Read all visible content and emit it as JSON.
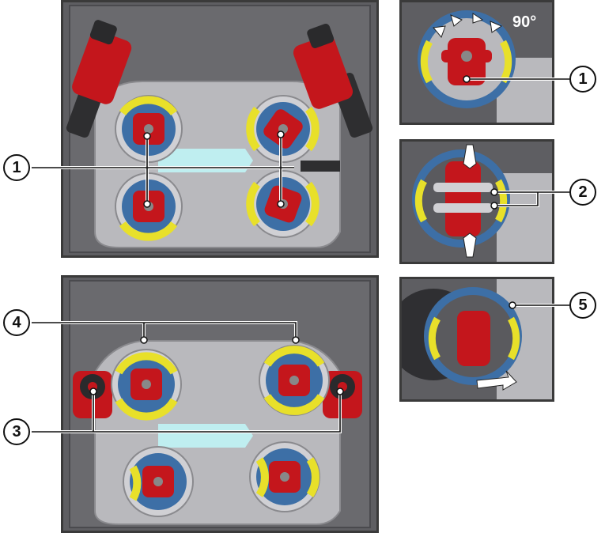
{
  "callouts": {
    "c1_main": "1",
    "c1_detail": "1",
    "c2_detail": "2",
    "c3_main": "3",
    "c4_main": "4",
    "c5_detail": "5"
  },
  "angle_label": "90°",
  "colors": {
    "housing": "#5e5e62",
    "bracket": "#b9b9bd",
    "roller_red": "#c4161c",
    "clip_yellow": "#e8e02a",
    "ring_blue": "#3d6fa6",
    "wire_channel": "#bfeef0",
    "frame": "#3a3a3a"
  }
}
